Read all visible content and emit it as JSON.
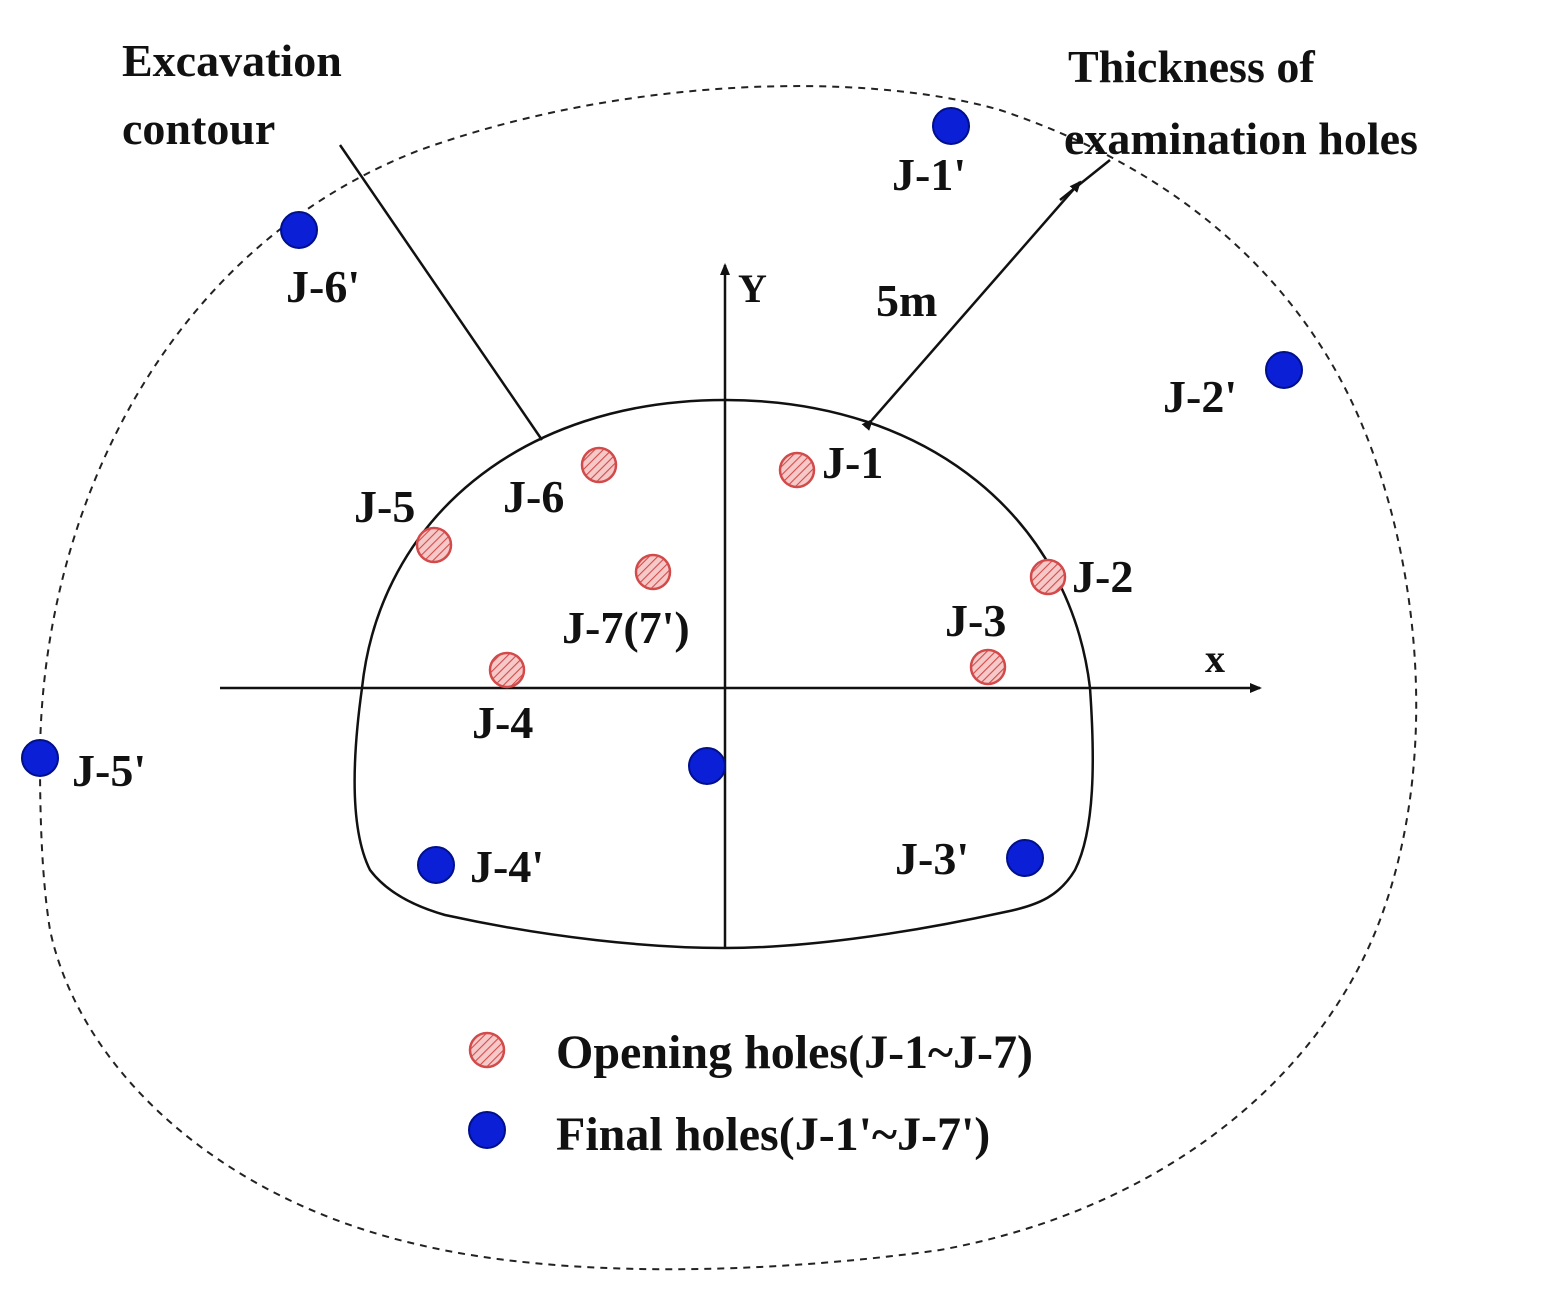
{
  "callouts": {
    "excavation_contour": [
      "Excavation",
      "contour"
    ],
    "thickness": [
      "Thickness of",
      "examination holes"
    ],
    "dimension": "5m"
  },
  "axes": {
    "x": "x",
    "y": "Y"
  },
  "opening_holes": [
    {
      "id": "J-1",
      "label": "J-1"
    },
    {
      "id": "J-2",
      "label": "J-2"
    },
    {
      "id": "J-3",
      "label": "J-3"
    },
    {
      "id": "J-4",
      "label": "J-4"
    },
    {
      "id": "J-5",
      "label": "J-5"
    },
    {
      "id": "J-6",
      "label": "J-6"
    },
    {
      "id": "J-7",
      "label": "J-7(7')"
    }
  ],
  "final_holes": [
    {
      "id": "J-1p",
      "label": "J-1'"
    },
    {
      "id": "J-2p",
      "label": "J-2'"
    },
    {
      "id": "J-3p",
      "label": "J-3'"
    },
    {
      "id": "J-4p",
      "label": "J-4'"
    },
    {
      "id": "J-5p",
      "label": "J-5'"
    },
    {
      "id": "J-6p",
      "label": "J-6'"
    },
    {
      "id": "J-7p",
      "label": ""
    }
  ],
  "legend": {
    "opening": "Opening holes(J-1~J-7)",
    "final": "Final holes(J-1'~J-7')"
  },
  "colors": {
    "opening_fill": "#f2b8b8",
    "opening_stroke": "#d34a4a",
    "final_fill": "#0a1fd6",
    "final_stroke": "#000f8a",
    "line": "#111111"
  }
}
